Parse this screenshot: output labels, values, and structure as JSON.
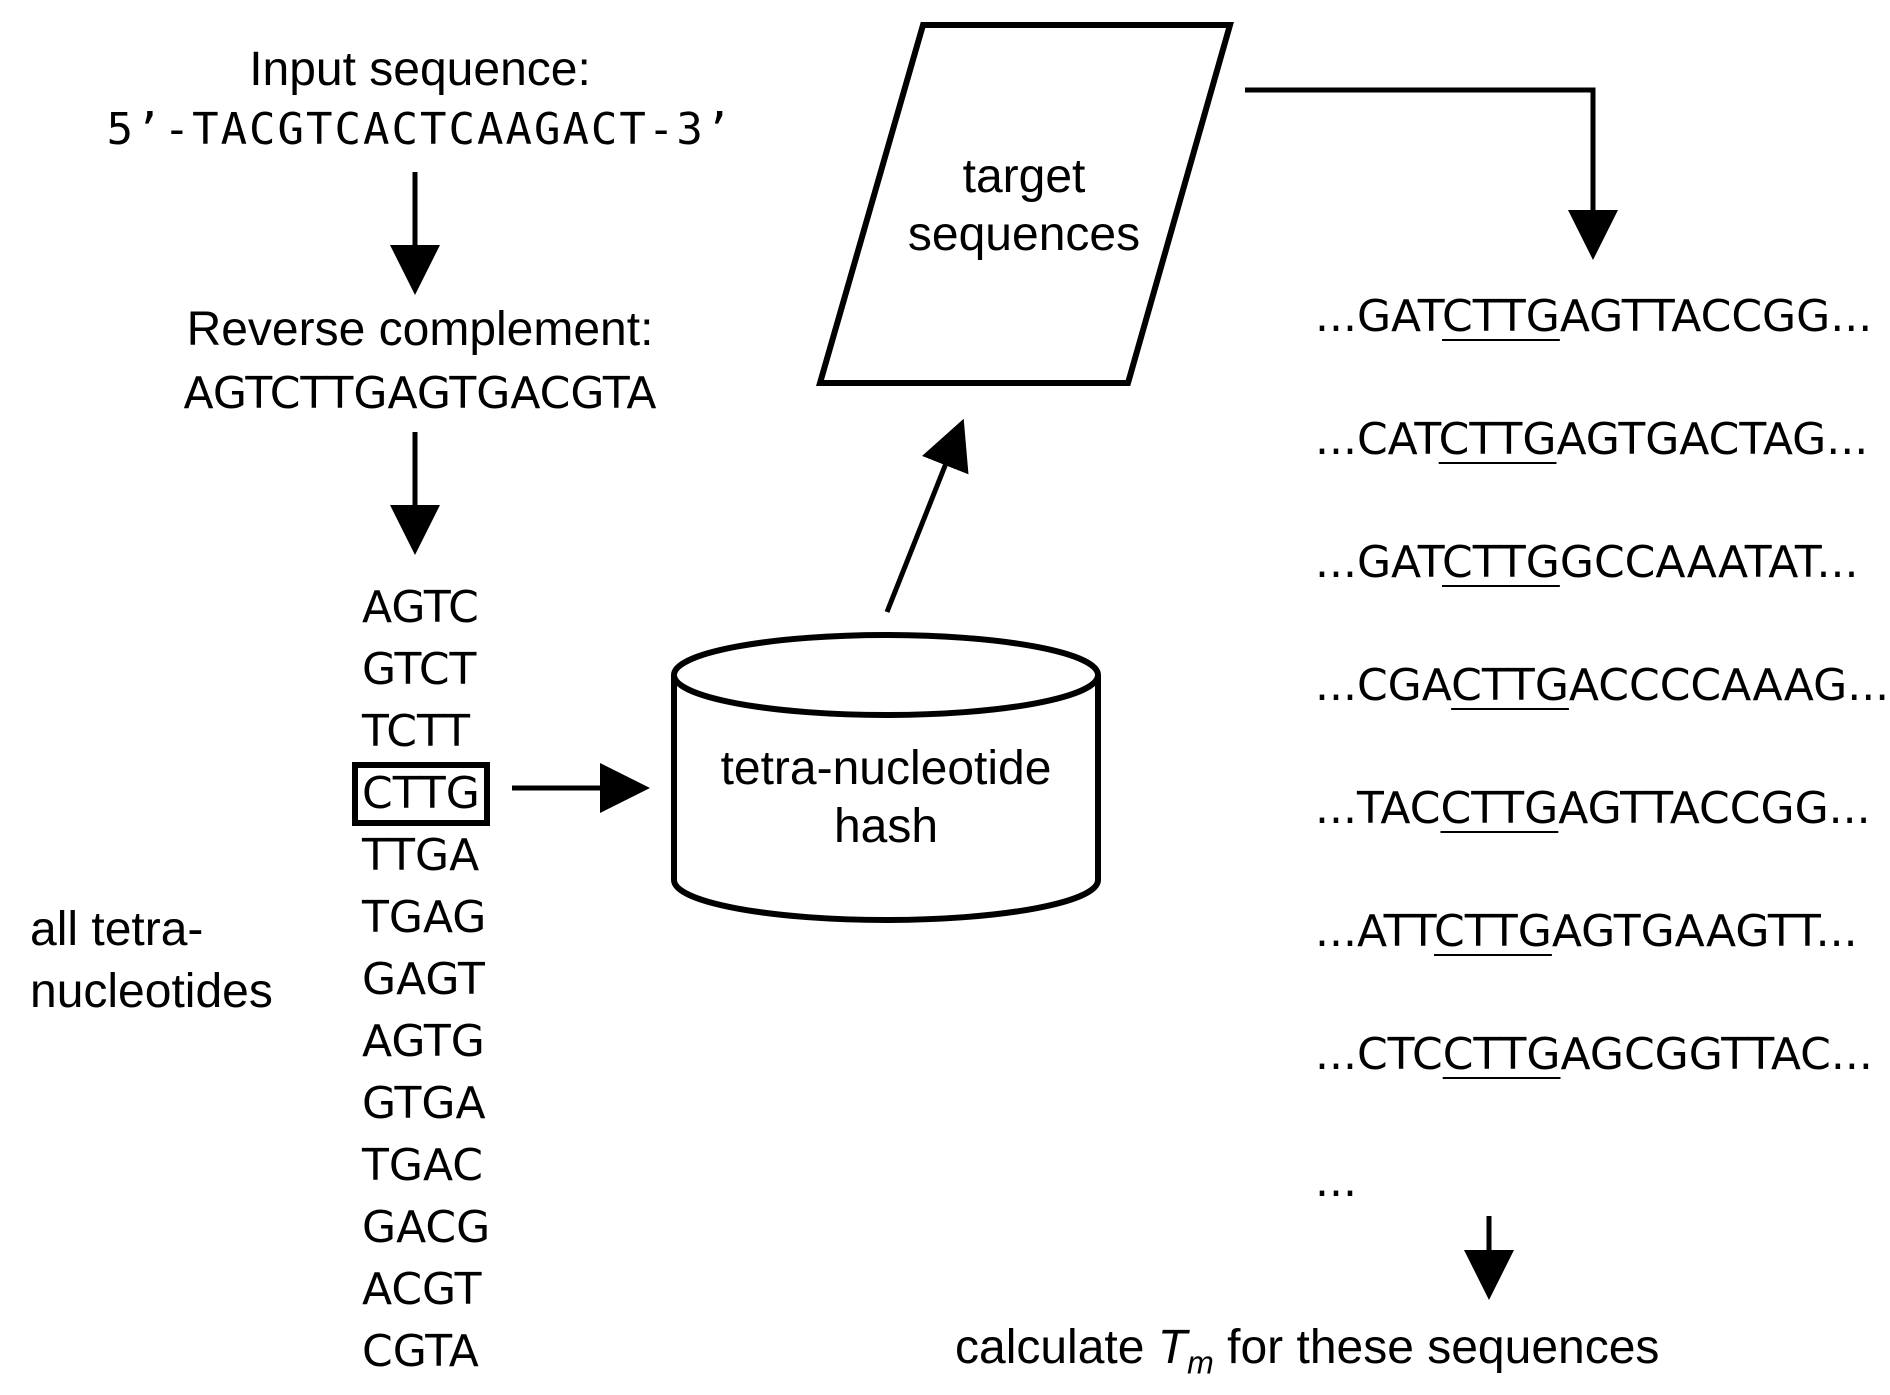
{
  "input": {
    "heading": "Input sequence:",
    "sequence": "5’-TACGTCACTCAAGACT-3’"
  },
  "revcomp": {
    "heading": "Reverse complement:",
    "sequence": "AGTCTTGAGTGACGTA"
  },
  "tetranucleotides": {
    "label_line1": "all tetra-",
    "label_line2": "nucleotides",
    "items": [
      "AGTC",
      "GTCT",
      "TCTT",
      "CTTG",
      "TTGA",
      "TGAG",
      "GAGT",
      "AGTG",
      "GTGA",
      "TGAC",
      "GACG",
      "ACGT",
      "CGTA"
    ],
    "highlighted": "CTTG"
  },
  "hash": {
    "line1": "tetra-nucleotide",
    "line2": "hash"
  },
  "targets": {
    "line1": "target",
    "line2": "sequences"
  },
  "matches": [
    {
      "pre": "...GAT",
      "hit": "CTTG",
      "post": "AGTTACCGG..."
    },
    {
      "pre": "...CAT",
      "hit": "CTTG",
      "post": "AGTGACTAG..."
    },
    {
      "pre": "...GAT",
      "hit": "CTTG",
      "post": "GCCAAATAT..."
    },
    {
      "pre": "...CGA",
      "hit": "CTTG",
      "post": "ACCCCAAAG..."
    },
    {
      "pre": "...TAC",
      "hit": "CTTG",
      "post": "AGTTACCGG..."
    },
    {
      "pre": "...ATT",
      "hit": "CTTG",
      "post": "AGTGAAGTT..."
    },
    {
      "pre": "...CTC",
      "hit": "CTTG",
      "post": "AGCGGTTAC..."
    }
  ],
  "more": "...",
  "result": {
    "prefix": "calculate",
    "T": "T",
    "sub": "m",
    "suffix": "for these sequences"
  }
}
